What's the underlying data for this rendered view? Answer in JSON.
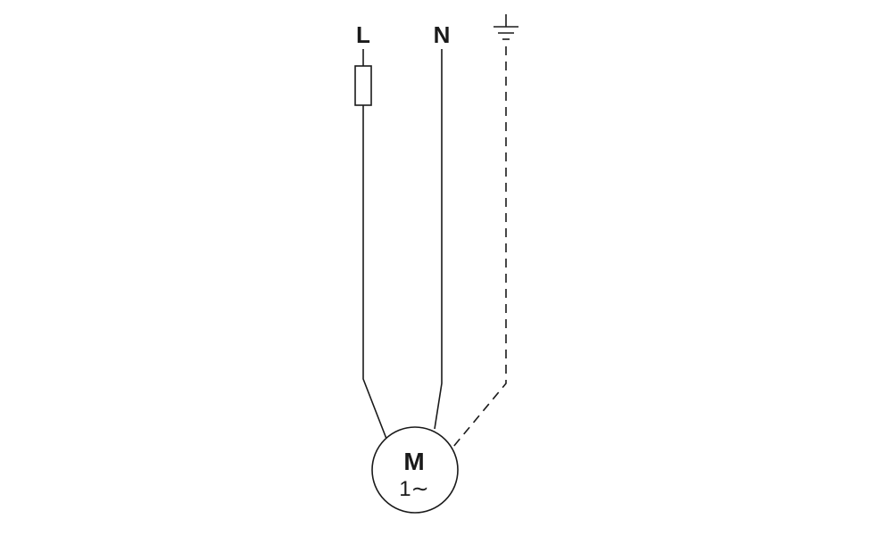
{
  "diagram": {
    "type": "wiring-schematic",
    "description": "Single-phase motor supply wiring diagram with line, neutral and protective earth",
    "labels": {
      "line_terminal": "L",
      "neutral_terminal": "N",
      "motor": "M",
      "phase": "1∼"
    },
    "symbols": [
      {
        "name": "fuse",
        "meaning": "fuse on line conductor"
      },
      {
        "name": "earth-ground",
        "meaning": "protective earth connection"
      },
      {
        "name": "motor-circle",
        "meaning": "single-phase motor"
      }
    ],
    "colors": {
      "stroke": "#1a1a1a",
      "background": "#ffffff",
      "fill": "#ffffff"
    },
    "line_style": {
      "solid_wires": [
        "L",
        "N"
      ],
      "dashed_wires": [
        "earth"
      ]
    }
  }
}
